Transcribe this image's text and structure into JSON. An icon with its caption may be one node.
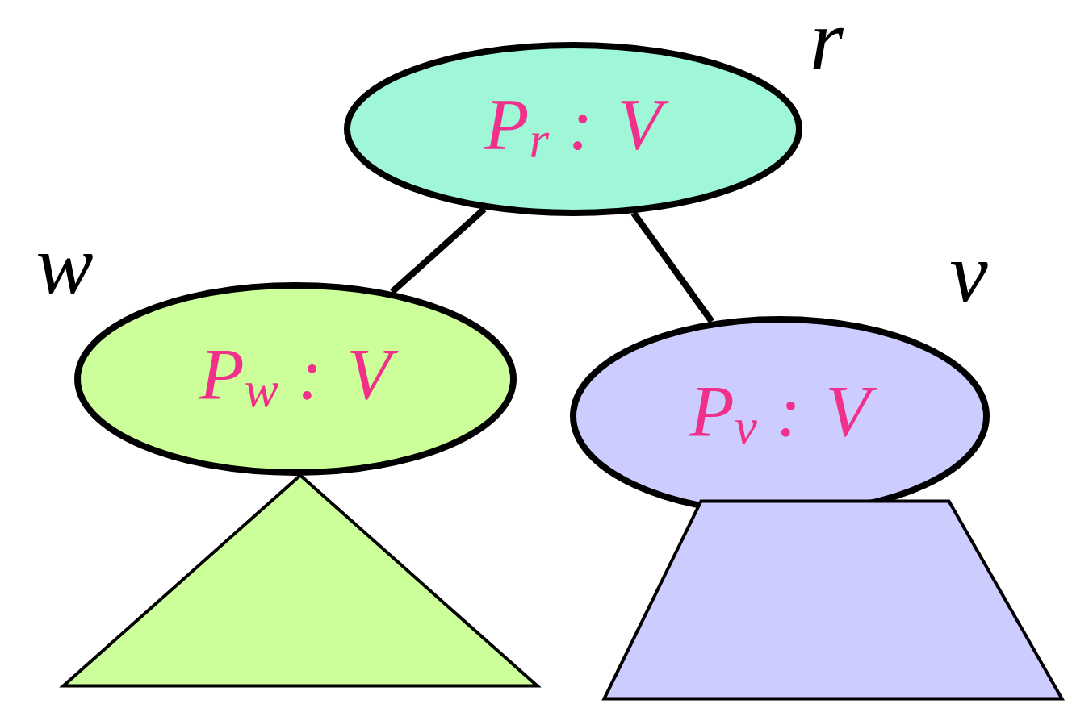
{
  "diagram": {
    "nodes": [
      {
        "text": [
          "P$_{r}$ : V"
        ],
        "beside": [
          "r"
        ]
      },
      {
        "text": [
          "P$_{w}$ : V"
        ],
        "beside": [
          "w"
        ]
      },
      {
        "text": [
          "P$_{v}$ : V"
        ],
        "beside": [
          "v"
        ]
      },
      {
        "text": [],
        "shape": "triangle"
      },
      {
        "text": [],
        "shape": "trapezoid"
      }
    ],
    "edges": [
      {
        "from": 0,
        "to": 1,
        "arrow": "none"
      },
      {
        "from": 0,
        "to": 2,
        "arrow": "none"
      }
    ]
  }
}
